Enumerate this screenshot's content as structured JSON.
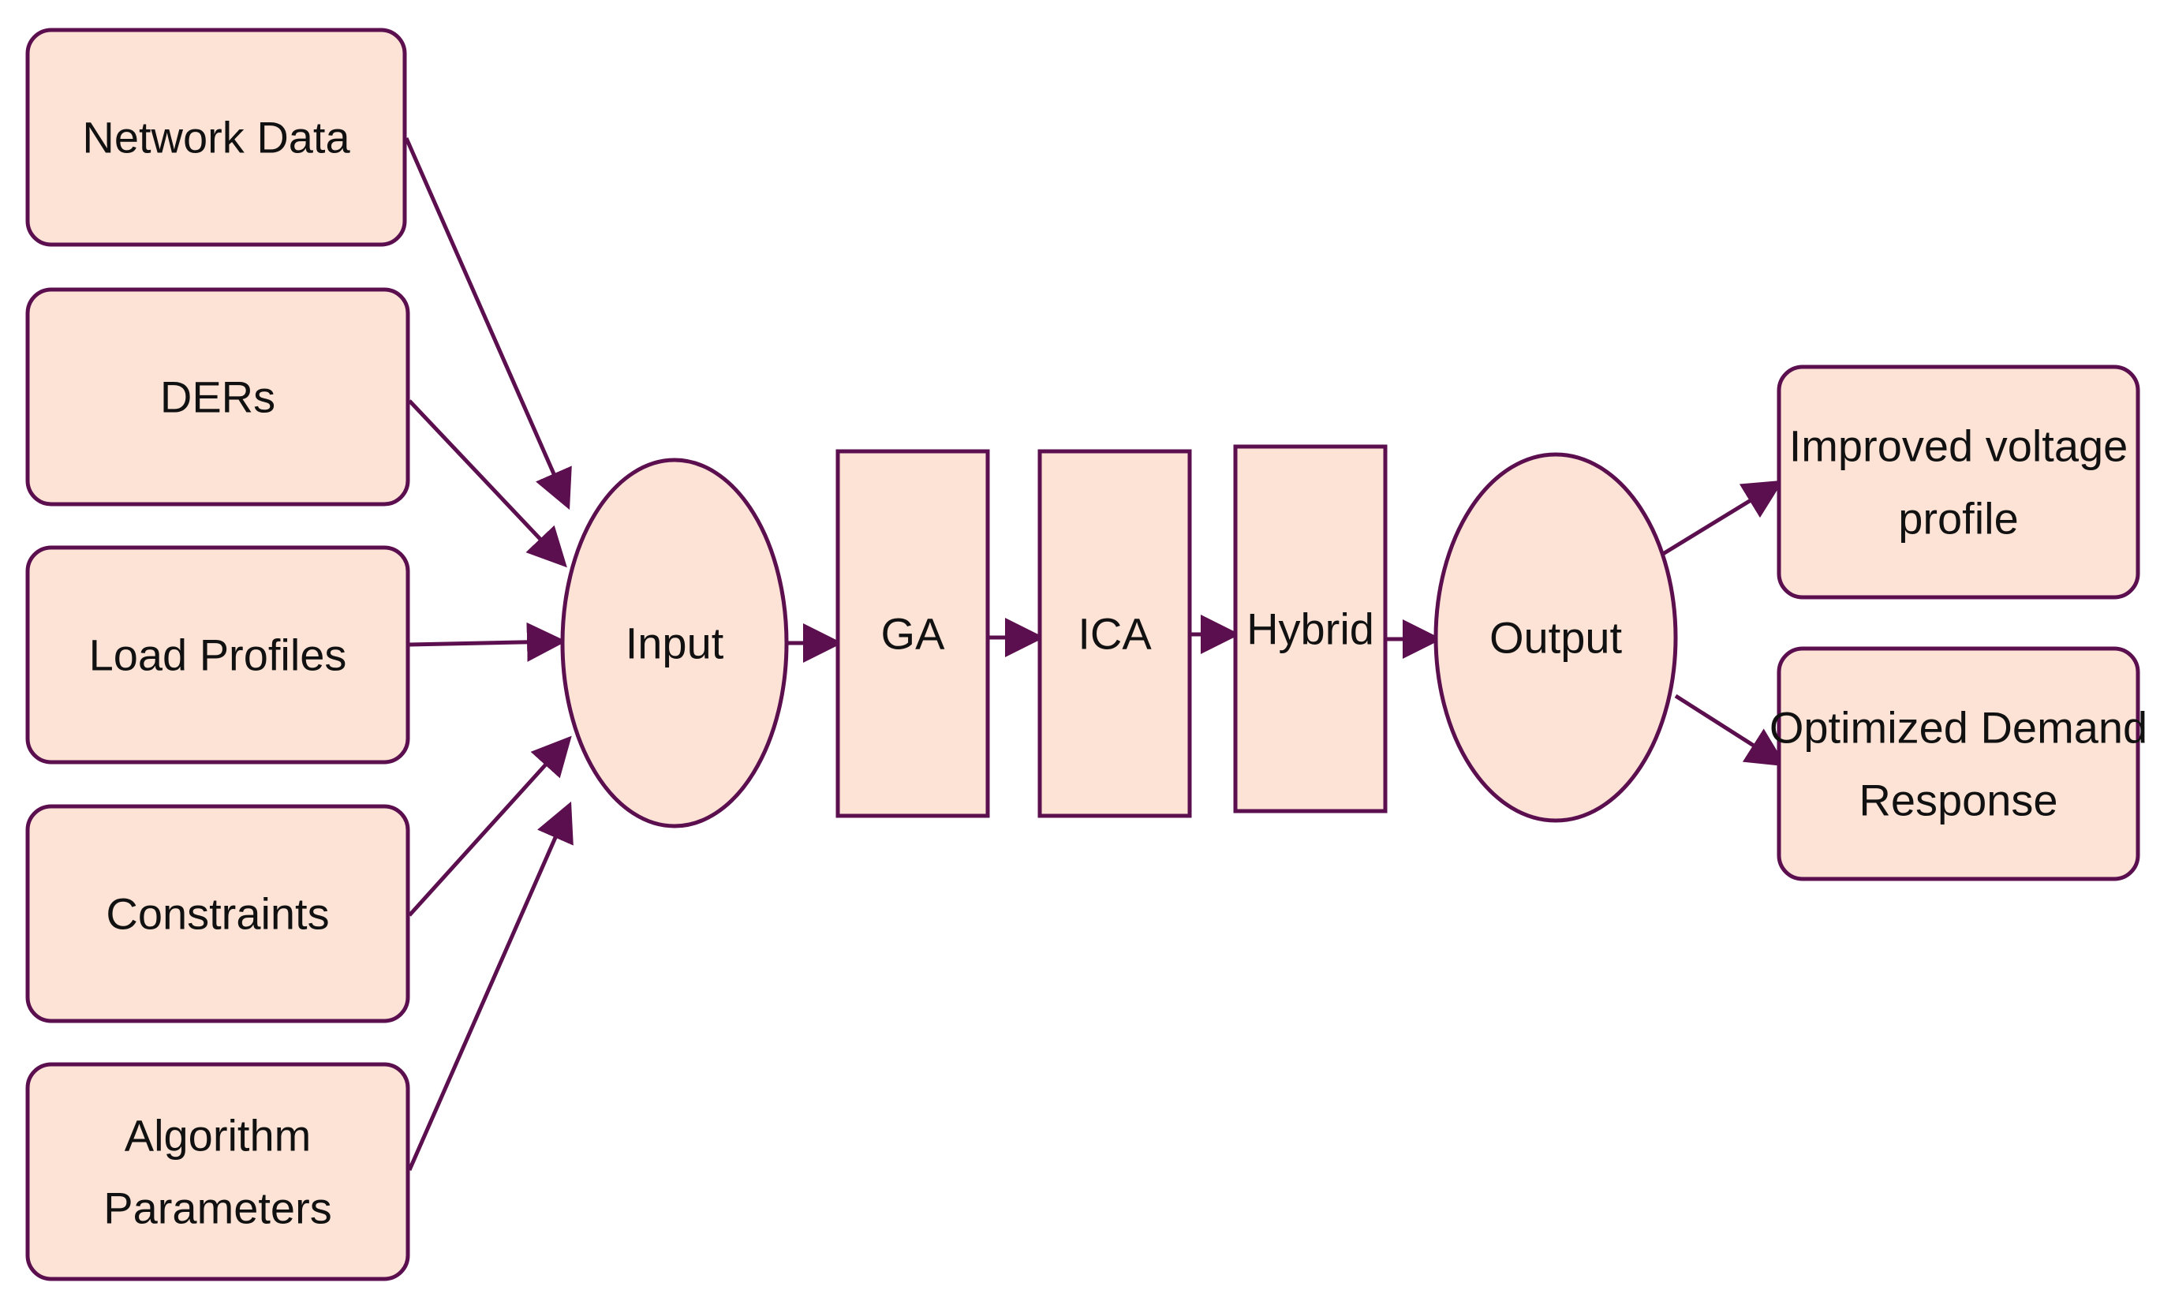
{
  "diagram": {
    "colors": {
      "fill": "#fde3d6",
      "stroke": "#5b0f4f",
      "text": "#111111",
      "background": "#ffffff"
    },
    "inputs": [
      {
        "id": "network-data",
        "lines": [
          "Network Data"
        ]
      },
      {
        "id": "ders",
        "lines": [
          "DERs"
        ]
      },
      {
        "id": "load-profiles",
        "lines": [
          "Load Profiles"
        ]
      },
      {
        "id": "constraints",
        "lines": [
          "Constraints"
        ]
      },
      {
        "id": "algorithm-parameters",
        "lines": [
          "Algorithm",
          "Parameters"
        ]
      }
    ],
    "input_node": {
      "lines": [
        "Input"
      ]
    },
    "stages": [
      {
        "id": "ga",
        "lines": [
          "GA"
        ]
      },
      {
        "id": "ica",
        "lines": [
          "ICA"
        ]
      },
      {
        "id": "hybrid",
        "lines": [
          "Hybrid"
        ]
      }
    ],
    "output_node": {
      "lines": [
        "Output"
      ]
    },
    "outputs": [
      {
        "id": "improved-voltage-profile",
        "lines": [
          "Improved voltage",
          "profile"
        ]
      },
      {
        "id": "optimized-demand-response",
        "lines": [
          "Optimized Demand",
          "Response"
        ]
      }
    ]
  }
}
